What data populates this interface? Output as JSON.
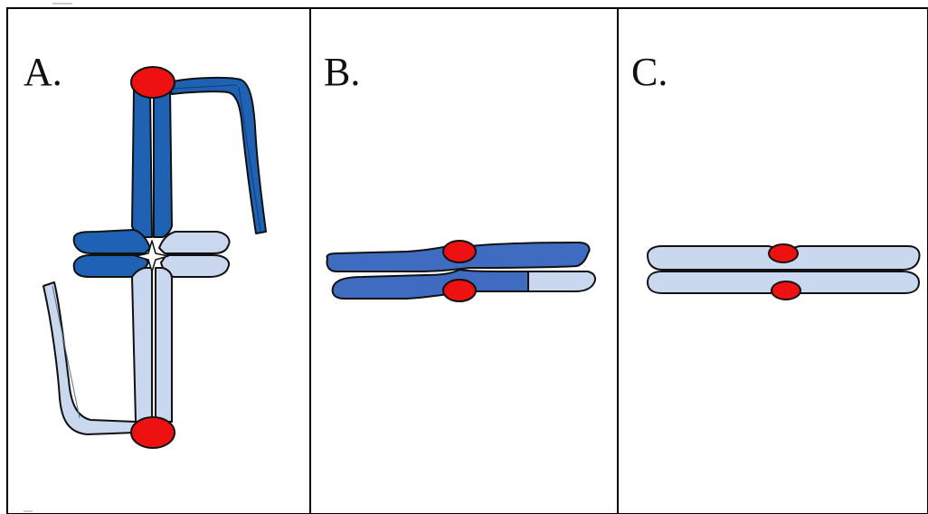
{
  "panels": [
    {
      "label": "A."
    },
    {
      "label": "B."
    },
    {
      "label": "C."
    }
  ],
  "colors": {
    "chromatid_dark": "#1f62b4",
    "chromatid_medium": "#3f6cc1",
    "chromatid_light": "#c9d7ef",
    "centromere": "#ee1111",
    "outline": "#111111",
    "frame": "#000000",
    "background": "#ffffff"
  }
}
